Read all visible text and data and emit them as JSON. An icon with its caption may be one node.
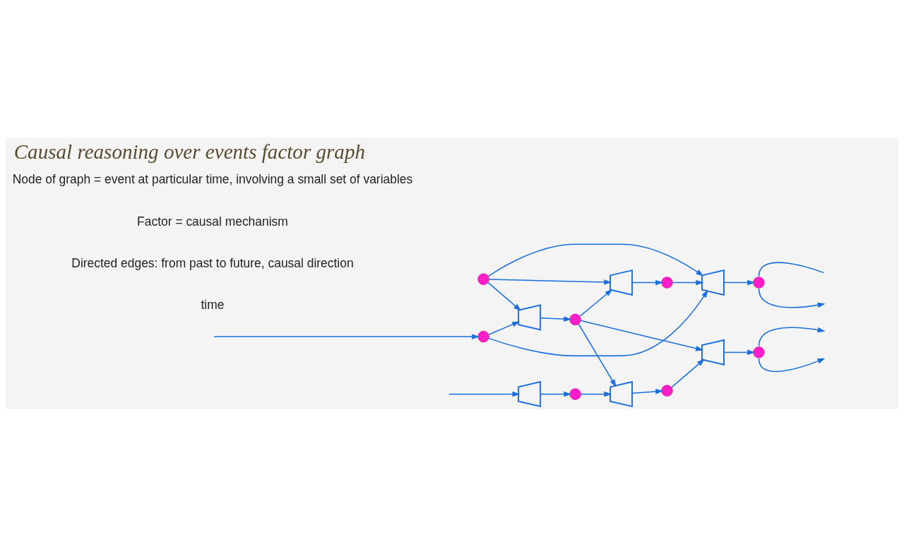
{
  "diagram": {
    "title": "Causal reasoning over events factor graph",
    "nodes": [
      {
        "text": [],
        "shape": "circle"
      },
      {
        "text": [],
        "shape": "circle"
      },
      {
        "text": [],
        "shape": "trapezoid"
      },
      {
        "text": [],
        "shape": "circle"
      },
      {
        "text": [],
        "shape": "trapezoid"
      },
      {
        "text": [],
        "shape": "circle"
      },
      {
        "text": [],
        "shape": "trapezoid"
      },
      {
        "text": [],
        "shape": "circle"
      },
      {
        "text": [],
        "shape": "trapezoid"
      },
      {
        "text": [],
        "shape": "circle"
      },
      {
        "text": [],
        "shape": "trapezoid"
      },
      {
        "text": [],
        "shape": "circle"
      },
      {
        "text": [],
        "shape": "trapezoid"
      },
      {
        "text": [],
        "shape": "circle"
      }
    ],
    "edges": [
      {
        "from": null,
        "to": 0,
        "arrow": "to"
      },
      {
        "from": 0,
        "to": 2,
        "arrow": "to"
      },
      {
        "from": 1,
        "to": 2,
        "arrow": "to"
      },
      {
        "from": 2,
        "to": 3,
        "arrow": "to"
      },
      {
        "from": 1,
        "to": 4,
        "arrow": "to"
      },
      {
        "from": 3,
        "to": 4,
        "arrow": "to"
      },
      {
        "from": 4,
        "to": 5,
        "arrow": "to"
      },
      {
        "from": 0,
        "to": 6,
        "arrow": "to"
      },
      {
        "from": 1,
        "to": 6,
        "arrow": "to"
      },
      {
        "from": 5,
        "to": 6,
        "arrow": "to"
      },
      {
        "from": 6,
        "to": 7,
        "arrow": "to"
      },
      {
        "from": 7,
        "to": null,
        "arrow": "none"
      },
      {
        "from": 7,
        "to": null,
        "arrow": "to"
      },
      {
        "from": null,
        "to": 8,
        "arrow": "to"
      },
      {
        "from": 8,
        "to": 9,
        "arrow": "to"
      },
      {
        "from": 9,
        "to": 10,
        "arrow": "to"
      },
      {
        "from": 3,
        "to": 10,
        "arrow": "to"
      },
      {
        "from": 10,
        "to": 11,
        "arrow": "to"
      },
      {
        "from": 3,
        "to": 12,
        "arrow": "to"
      },
      {
        "from": 11,
        "to": 12,
        "arrow": "to"
      },
      {
        "from": 12,
        "to": 13,
        "arrow": "to"
      },
      {
        "from": 13,
        "to": null,
        "arrow": "to"
      },
      {
        "from": 13,
        "to": null,
        "arrow": "to"
      }
    ],
    "labels": [
      "Node of graph = event at particular time, involving a small set of variables",
      "Factor = causal mechanism",
      "Directed edges: from past to future, causal direction",
      "time"
    ]
  }
}
